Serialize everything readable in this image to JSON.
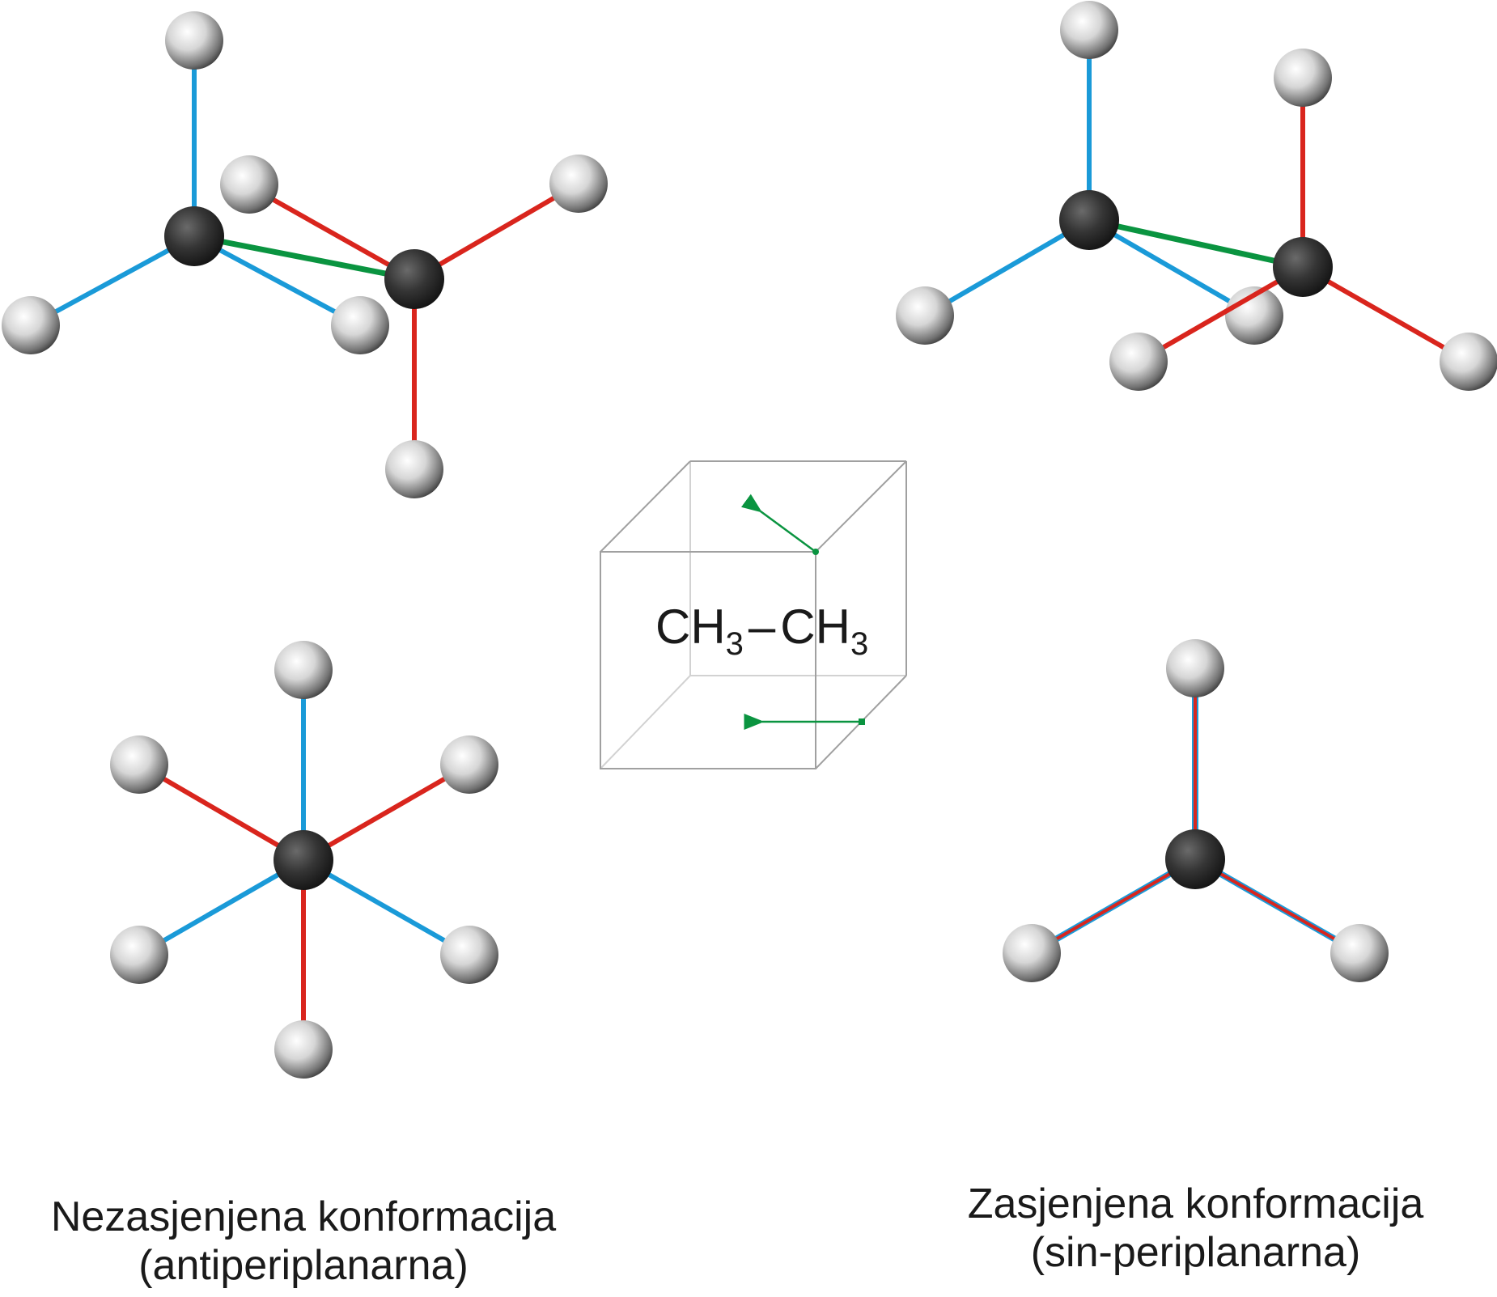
{
  "formula": {
    "left_group": "CH",
    "left_sub": "3",
    "bond": "–",
    "right_group": "CH",
    "right_sub": "3"
  },
  "captions": {
    "staggered": {
      "line1": "Nezasjenjena konformacija",
      "line2": "(antiperiplanarna)"
    },
    "eclipsed": {
      "line1": "Zasjenjena konformacija",
      "line2": "(sin-periplanarna)"
    }
  },
  "colors": {
    "front_bond": "#1a9ad8",
    "back_bond": "#d9251d",
    "cc_bond": "#0a9440",
    "carbon": "#3a3a3a",
    "hydrogen": "#d8d8d8",
    "cube_edge": "#999999",
    "arrow": "#0a9440"
  }
}
